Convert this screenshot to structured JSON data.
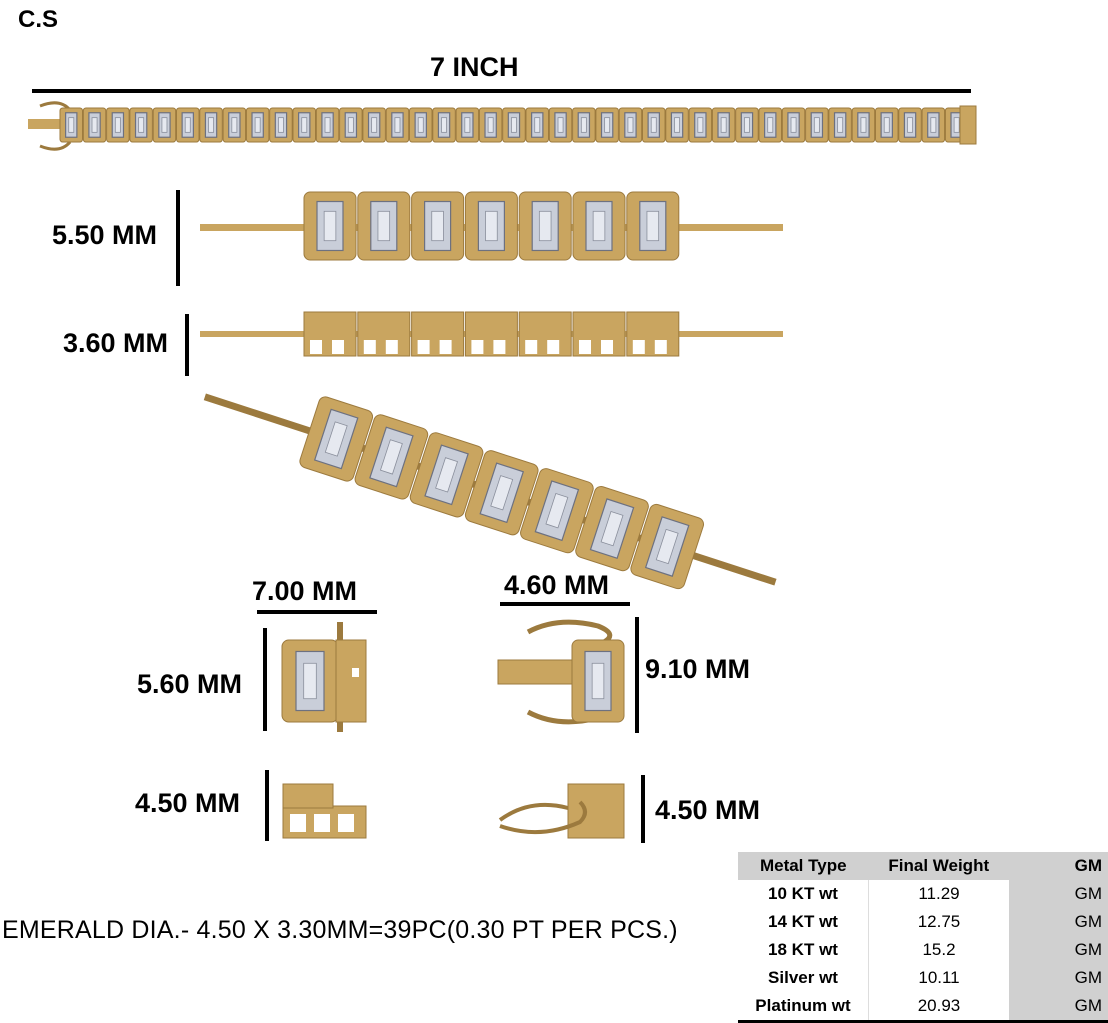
{
  "header": {
    "code": "C.S"
  },
  "dimensions": {
    "length": "7 INCH",
    "top_width": "5.50 MM",
    "side_height": "3.60 MM",
    "box_width": "7.00 MM",
    "box_height": "5.60 MM",
    "clasp_width": "4.60 MM",
    "clasp_height": "9.10 MM",
    "box_side": "4.50 MM",
    "clasp_side": "4.50 MM"
  },
  "stone_note": "EMERALD DIA.- 4.50 X 3.30MM=39PC(0.30 PT PER PCS.)",
  "weights": {
    "headers": [
      "Metal Type",
      "Final Weight",
      "GM"
    ],
    "rows": [
      {
        "type": "10 KT wt",
        "weight": "11.29",
        "unit": "GM"
      },
      {
        "type": "14 KT wt",
        "weight": "12.75",
        "unit": "GM"
      },
      {
        "type": "18 KT wt",
        "weight": "15.2",
        "unit": "GM"
      },
      {
        "type": "Silver wt",
        "weight": "10.11",
        "unit": "GM"
      },
      {
        "type": "Platinum wt",
        "weight": "20.93",
        "unit": "GM"
      }
    ]
  },
  "colors": {
    "gold": "#c9a560",
    "gold_dark": "#9c7a3e",
    "stone": "#c9ced9"
  }
}
